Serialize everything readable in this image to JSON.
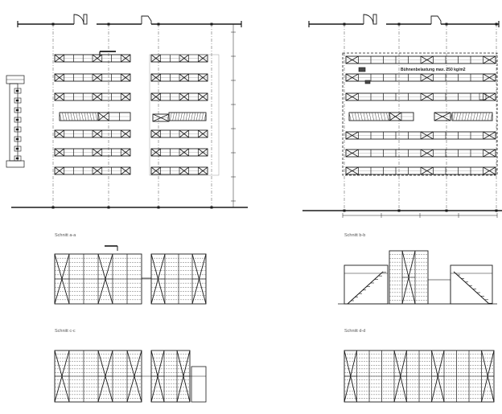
{
  "section_labels": {
    "a": "Schnitt a-a",
    "b": "Schnitt b-b",
    "c": "Schnitt c-c",
    "d": "Schnitt d-d"
  },
  "load_note": "Bühnenbelastung max. 250 kg/m2",
  "colors": {
    "line": "#1a1a1a",
    "hatch": "#4a4a4a",
    "faint": "#9a9a9a",
    "background": "#ffffff"
  }
}
